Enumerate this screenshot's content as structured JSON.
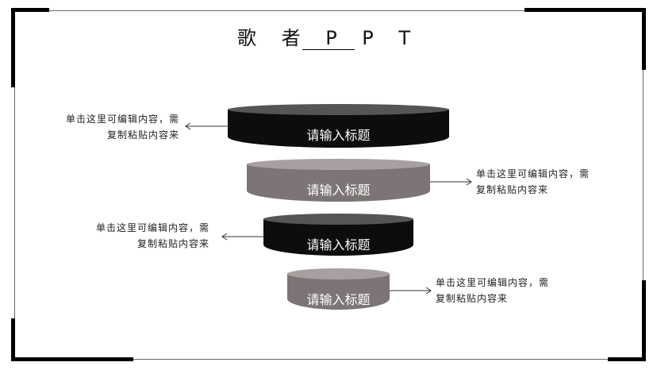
{
  "title": "歌 者 P P T",
  "colors": {
    "dark": "#0d0d0d",
    "dark_top": "#555555",
    "gray": "#7d7575",
    "gray_top": "#a8a0a0"
  },
  "items": [
    {
      "label": "请输入标题",
      "desc_line1": "单击这里可编辑内容，需",
      "desc_line2": "复制粘贴内容来"
    },
    {
      "label": "请输入标题",
      "desc_line1": "单击这里可编辑内容，需",
      "desc_line2": "复制粘贴内容来"
    },
    {
      "label": "请输入标题",
      "desc_line1": "单击这里可编辑内容，需",
      "desc_line2": "复制粘贴内容来"
    },
    {
      "label": "请输入标题",
      "desc_line1": "单击这里可编辑内容，需",
      "desc_line2": "复制粘贴内容来"
    }
  ]
}
